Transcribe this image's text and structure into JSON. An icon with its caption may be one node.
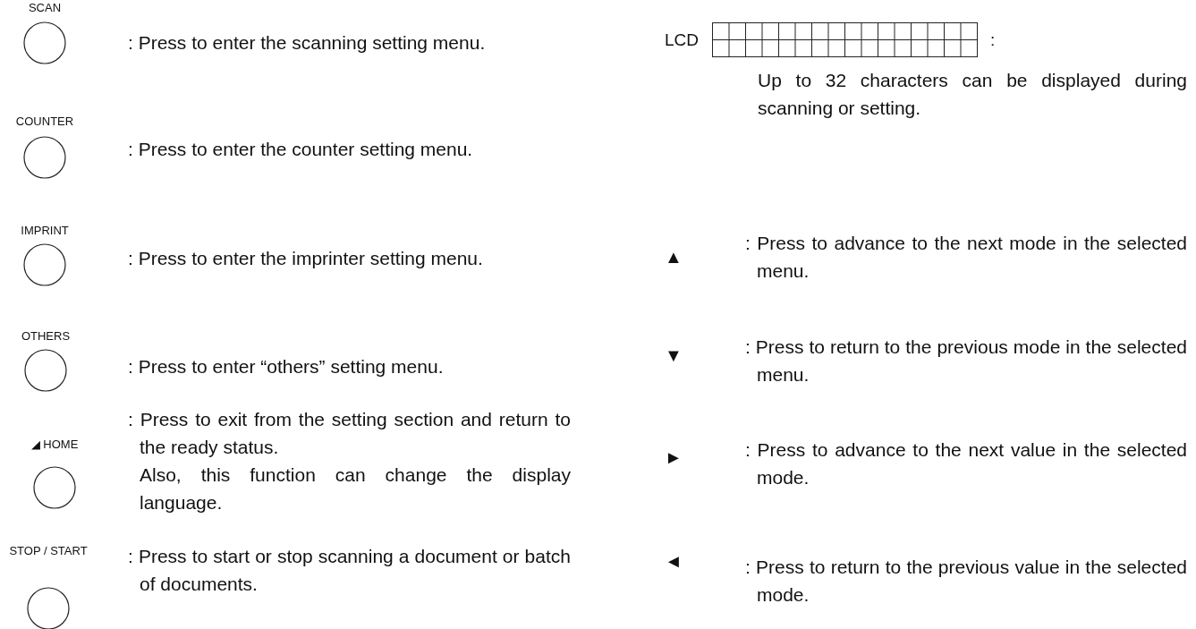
{
  "diagram": {
    "nodes": [
      {
        "text": [
          "SCAN"
        ],
        "beside": [
          ": Press to enter the scanning setting menu."
        ]
      },
      {
        "text": [
          "COUNTER"
        ],
        "beside": [
          ": Press to enter the counter setting menu."
        ]
      },
      {
        "text": [
          "IMPRINT"
        ],
        "beside": [
          ": Press to enter the imprinter setting menu."
        ]
      },
      {
        "text": [
          "OTHERS"
        ],
        "beside": [
          ": Press to enter “others” setting menu."
        ]
      },
      {
        "text": [
          "◢ HOME"
        ],
        "beside": [
          ": Press to exit from the setting section and return to the ready status.",
          "Also, this function can change the display language."
        ]
      },
      {
        "text": [
          "STOP / START"
        ],
        "beside": [
          ": Press to start or stop scanning a document or batch of documents."
        ]
      },
      {
        "text": [
          "LCD"
        ],
        "beside": [
          ":",
          "Up to 32 characters can be displayed during scanning or setting."
        ]
      },
      {
        "text": [
          "▲"
        ],
        "beside": [
          ": Press to advance to the next mode in the selected menu."
        ]
      },
      {
        "text": [
          "▼"
        ],
        "beside": [
          ": Press to return to the previous mode in the selected menu."
        ]
      },
      {
        "text": [
          "►"
        ],
        "beside": [
          ": Press to advance to the next value in the selected mode."
        ]
      },
      {
        "text": [
          "◄"
        ],
        "beside": [
          ": Press to return to the previous value in the selected mode."
        ]
      }
    ]
  }
}
